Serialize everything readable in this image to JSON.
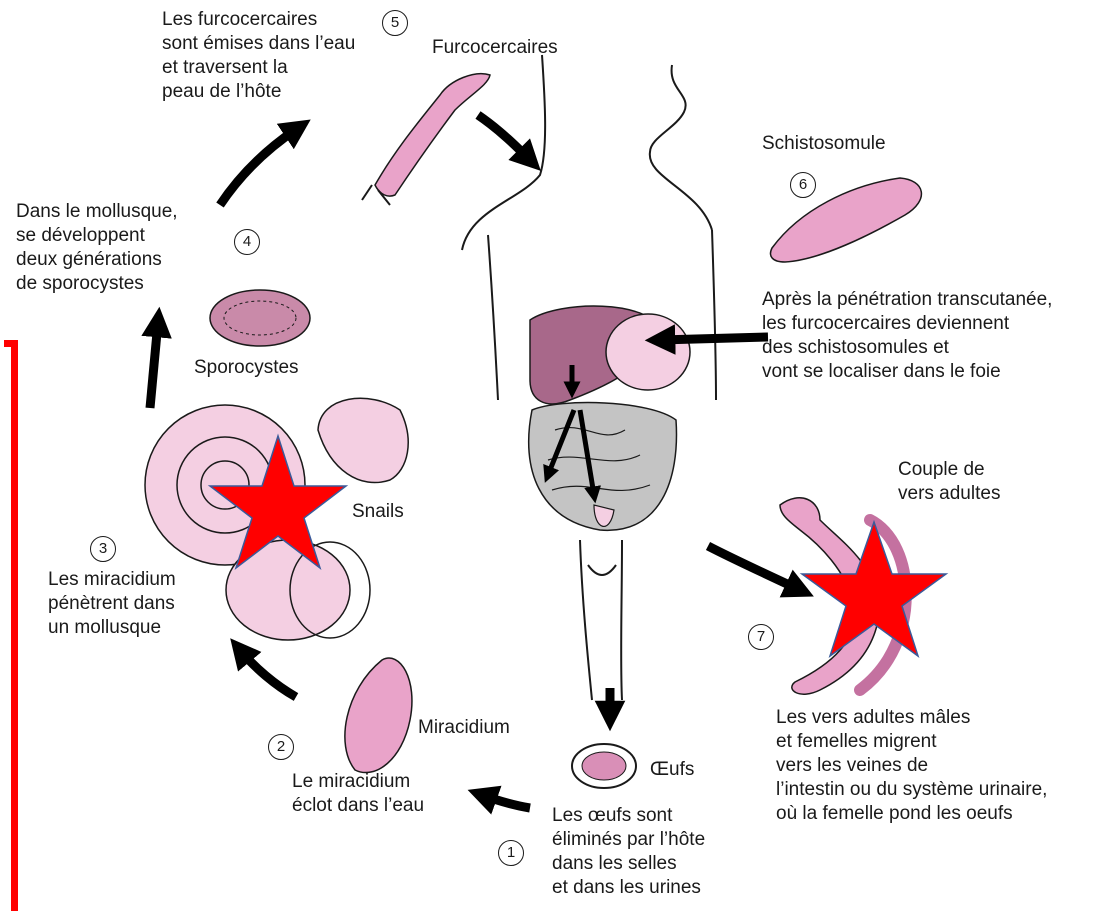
{
  "diagram": {
    "colors": {
      "organism_pink": "#e9a3c9",
      "liver": "#a8688a",
      "intestine": "#bdbdbd",
      "marker_red": "#ff0000",
      "arrow": "#000000"
    },
    "steps": [
      {
        "number": "5",
        "lines": [
          "Les furcocercaires",
          "sont émises dans l’eau",
          "et traversent la",
          "peau de l’hôte"
        ]
      },
      {
        "number": "4",
        "lines": [
          "Dans le mollusque,",
          "se développent",
          "deux générations",
          "de sporocystes"
        ]
      },
      {
        "number": "3",
        "lines": [
          "Les miracidium",
          "pénètrent dans",
          "un mollusque"
        ]
      },
      {
        "number": "2",
        "lines": [
          "Le miracidium",
          "éclot dans l’eau"
        ]
      },
      {
        "number": "1",
        "lines": [
          "Les œufs sont",
          "éliminés par l’hôte",
          "dans les selles",
          "et dans les urines"
        ]
      },
      {
        "number": "6",
        "lines": [
          "Après la pénétration transcutanée,",
          "les furcocercaires deviennent",
          "des schistosomules et",
          "vont se localiser dans le foie"
        ]
      },
      {
        "number": "7",
        "lines": [
          "Les vers adultes mâles",
          "et femelles migrent",
          "vers les veines de",
          "l’intestin ou du système urinaire,",
          "où la femelle pond les oeufs"
        ]
      }
    ],
    "stage_labels": {
      "furcocercaires": "Furcocercaires",
      "schistosomule": "Schistosomule",
      "sporocystes": "Sporocystes",
      "snails": "Snails",
      "miracidium": "Miracidium",
      "oeufs": "Œufs",
      "couple": [
        "Couple de",
        "vers adultes"
      ]
    },
    "markers": [
      "red-star",
      "red-star"
    ]
  }
}
